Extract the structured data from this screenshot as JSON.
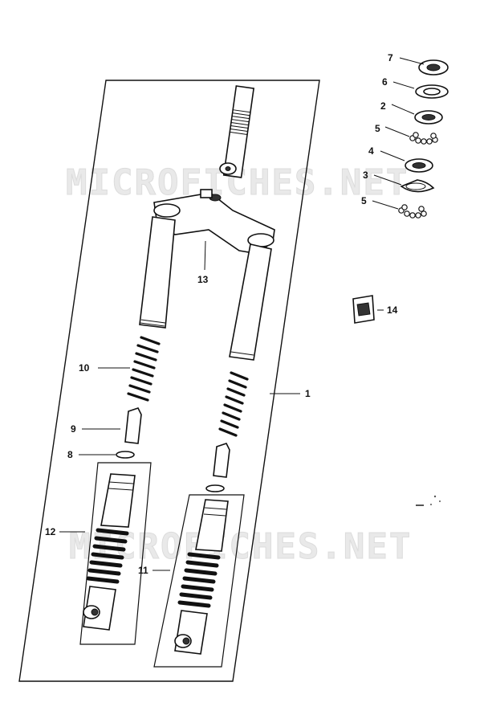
{
  "watermarks": [
    "MICROFICHES.NET",
    "MICROFICHES.NET"
  ],
  "callouts": {
    "c1": "1",
    "c2": "2",
    "c3": "3",
    "c4": "4",
    "c5a": "5",
    "c5b": "5",
    "c6": "6",
    "c7": "7",
    "c8": "8",
    "c9": "9",
    "c10": "10",
    "c11": "11",
    "c12": "12",
    "c13": "13",
    "c14": "14"
  }
}
